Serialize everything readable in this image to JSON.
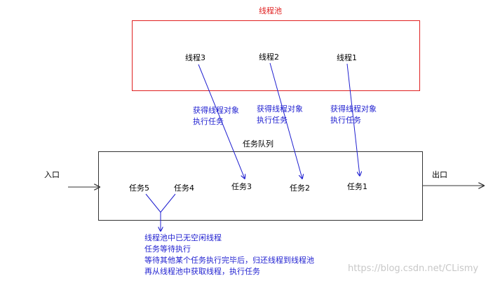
{
  "pool": {
    "title": "线程池",
    "threads": [
      "线程3",
      "线程2",
      "线程1"
    ]
  },
  "fetch_notes": [
    {
      "line1": "获得线程对象",
      "line2": "执行任务"
    },
    {
      "line1": "获得线程对象",
      "line2": "执行任务"
    },
    {
      "line1": "获得线程对象",
      "line2": "执行任务"
    }
  ],
  "queue": {
    "title": "任务队列",
    "tasks": [
      "任务5",
      "任务4",
      "任务3",
      "任务2",
      "任务1"
    ]
  },
  "entry_label": "入口",
  "exit_label": "出口",
  "waiting_note": {
    "lines": [
      "线程池中已无空闲线程",
      "任务等待执行",
      "等待其他某个任务执行完毕后，归还线程到线程池",
      "再从线程池中获取线程，执行任务"
    ]
  },
  "watermark": "https://blog.csdn.net/CLismy",
  "colors": {
    "pool_border": "#e02020",
    "queue_border": "#333333",
    "arrows": "#1f1fd0",
    "flow_arrows": "#333333"
  }
}
